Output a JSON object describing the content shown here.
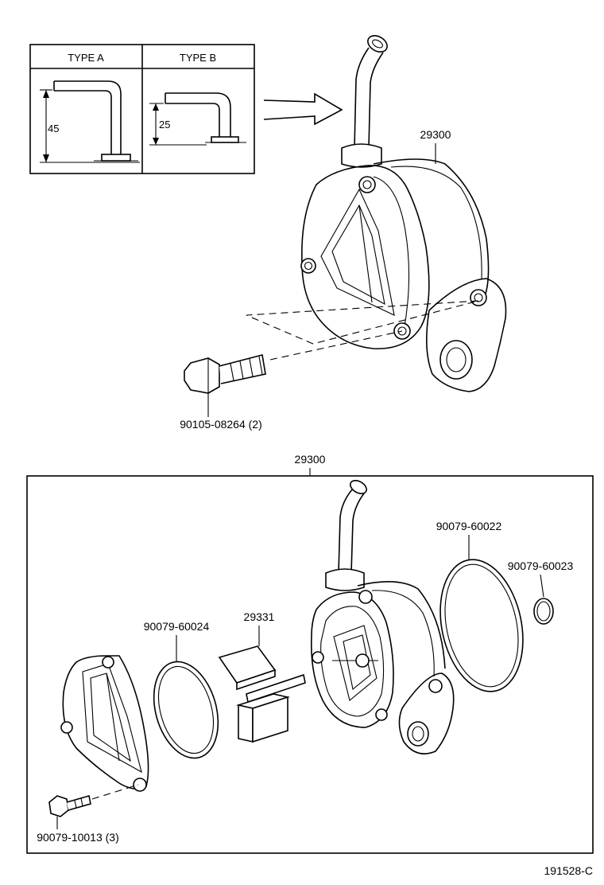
{
  "legend": {
    "type_a": {
      "header": "TYPE A",
      "dimension": "45"
    },
    "type_b": {
      "header": "TYPE B",
      "dimension": "25"
    }
  },
  "upper_assembly": {
    "pump_part_number": "29300",
    "bolt_label": "90105-08264 (2)"
  },
  "exploded_view": {
    "assembly_label": "29300",
    "parts": {
      "outer_o_ring": "90079-60022",
      "small_o_ring": "90079-60023",
      "inner_o_ring": "90079-60024",
      "vane_set": "29331",
      "screw": "90079-10013 (3)"
    }
  },
  "figure_code": "191528-C"
}
